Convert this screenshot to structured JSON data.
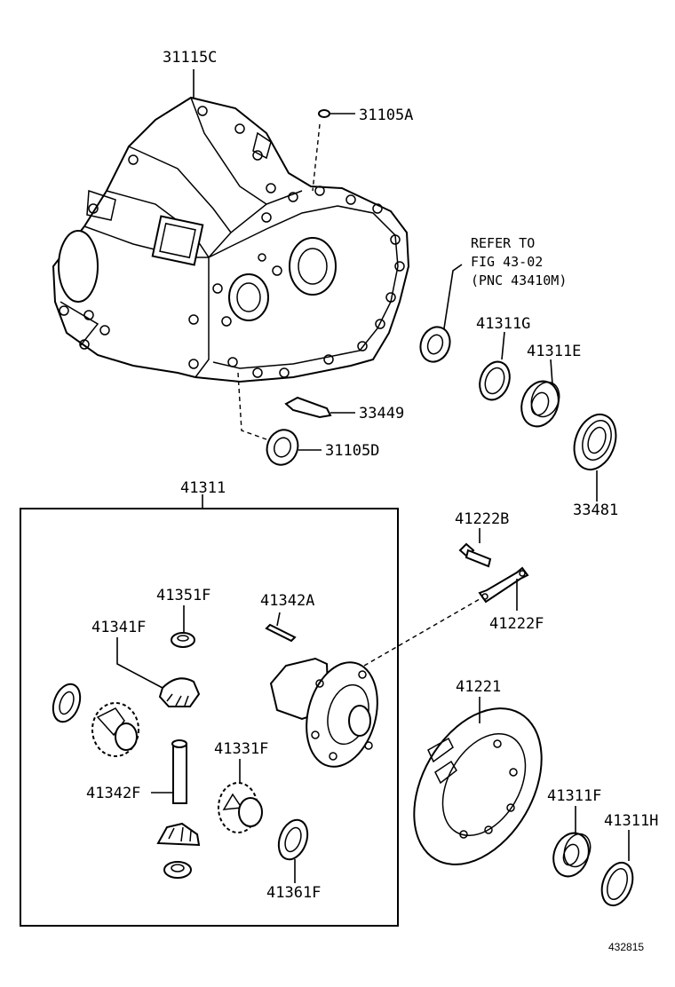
{
  "diagram_id": "432815",
  "reference_note": {
    "line1": "REFER TO",
    "line2": "FIG 43-02",
    "line3": "(PNC 43410M)"
  },
  "parts": {
    "p31115C": "31115C",
    "p31105A": "31105A",
    "p41311G": "41311G",
    "p41311E": "41311E",
    "p33449": "33449",
    "p31105D": "31105D",
    "p33481": "33481",
    "p41311": "41311",
    "p41222B": "41222B",
    "p41222F": "41222F",
    "p41351F": "41351F",
    "p41342A": "41342A",
    "p41341F": "41341F",
    "p41221": "41221",
    "p41331F": "41331F",
    "p41342F": "41342F",
    "p41311F": "41311F",
    "p41311H": "41311H",
    "p41361F": "41361F"
  }
}
